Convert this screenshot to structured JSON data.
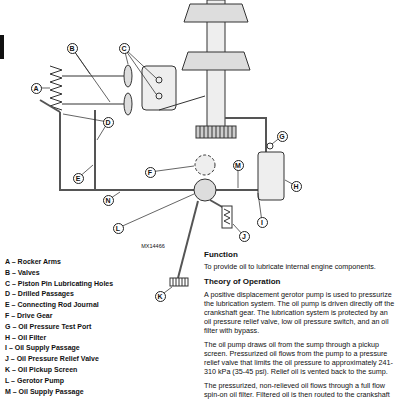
{
  "diagram": {
    "nodes": [
      {
        "text": [
          "B"
        ]
      },
      {
        "text": [
          "C"
        ]
      },
      {
        "text": [
          "A"
        ]
      },
      {
        "text": [
          "D"
        ]
      },
      {
        "text": [
          "G"
        ]
      },
      {
        "text": [
          "F"
        ]
      },
      {
        "text": [
          "E"
        ]
      },
      {
        "text": [
          "H"
        ]
      },
      {
        "text": [
          "M"
        ]
      },
      {
        "text": [
          "N"
        ]
      },
      {
        "text": [
          "I"
        ]
      },
      {
        "text": [
          "L"
        ]
      },
      {
        "text": [
          "J"
        ]
      },
      {
        "text": [
          "K"
        ]
      }
    ],
    "labels": [
      "MX14466",
      "A – Rocker Arms",
      "B – Valves",
      "C – Piston Pin Lubricating Holes",
      "D – Drilled Passages",
      "E – Connecting Rod Journal",
      "F – Drive Gear",
      "G – Oil Pressure Test Port",
      "H – Oil Filter",
      "I – Oil Supply Passage",
      "J – Oil Pressure Relief Valve",
      "K – Oil Pickup Screen",
      "L – Gerotor Pump",
      "M – Oil Supply Passage",
      "Function",
      "To provide oil to lubricate internal engine components.",
      "Theory of Operation",
      "A positive displacement gerotor pump is used to pressurize the lubrication system. The oil pump is driven directly off the crankshaft gear. The lubrication system is protected by an oil pressure relief valve, low oil pressure switch, and an oil filter with bypass.",
      "The oil pump draws oil from the sump through a pickup screen. Pressurized oil flows from the pump to a pressure relief valve that limits the oil pressure to approximately 241-310 kPa (35-45 psi). Relief oil is vented back to the sump.",
      "The pressurized, non-relieved oil flows through a full flow spin-on oil filter. Filtered oil is then routed to the crankshaft"
    ]
  }
}
